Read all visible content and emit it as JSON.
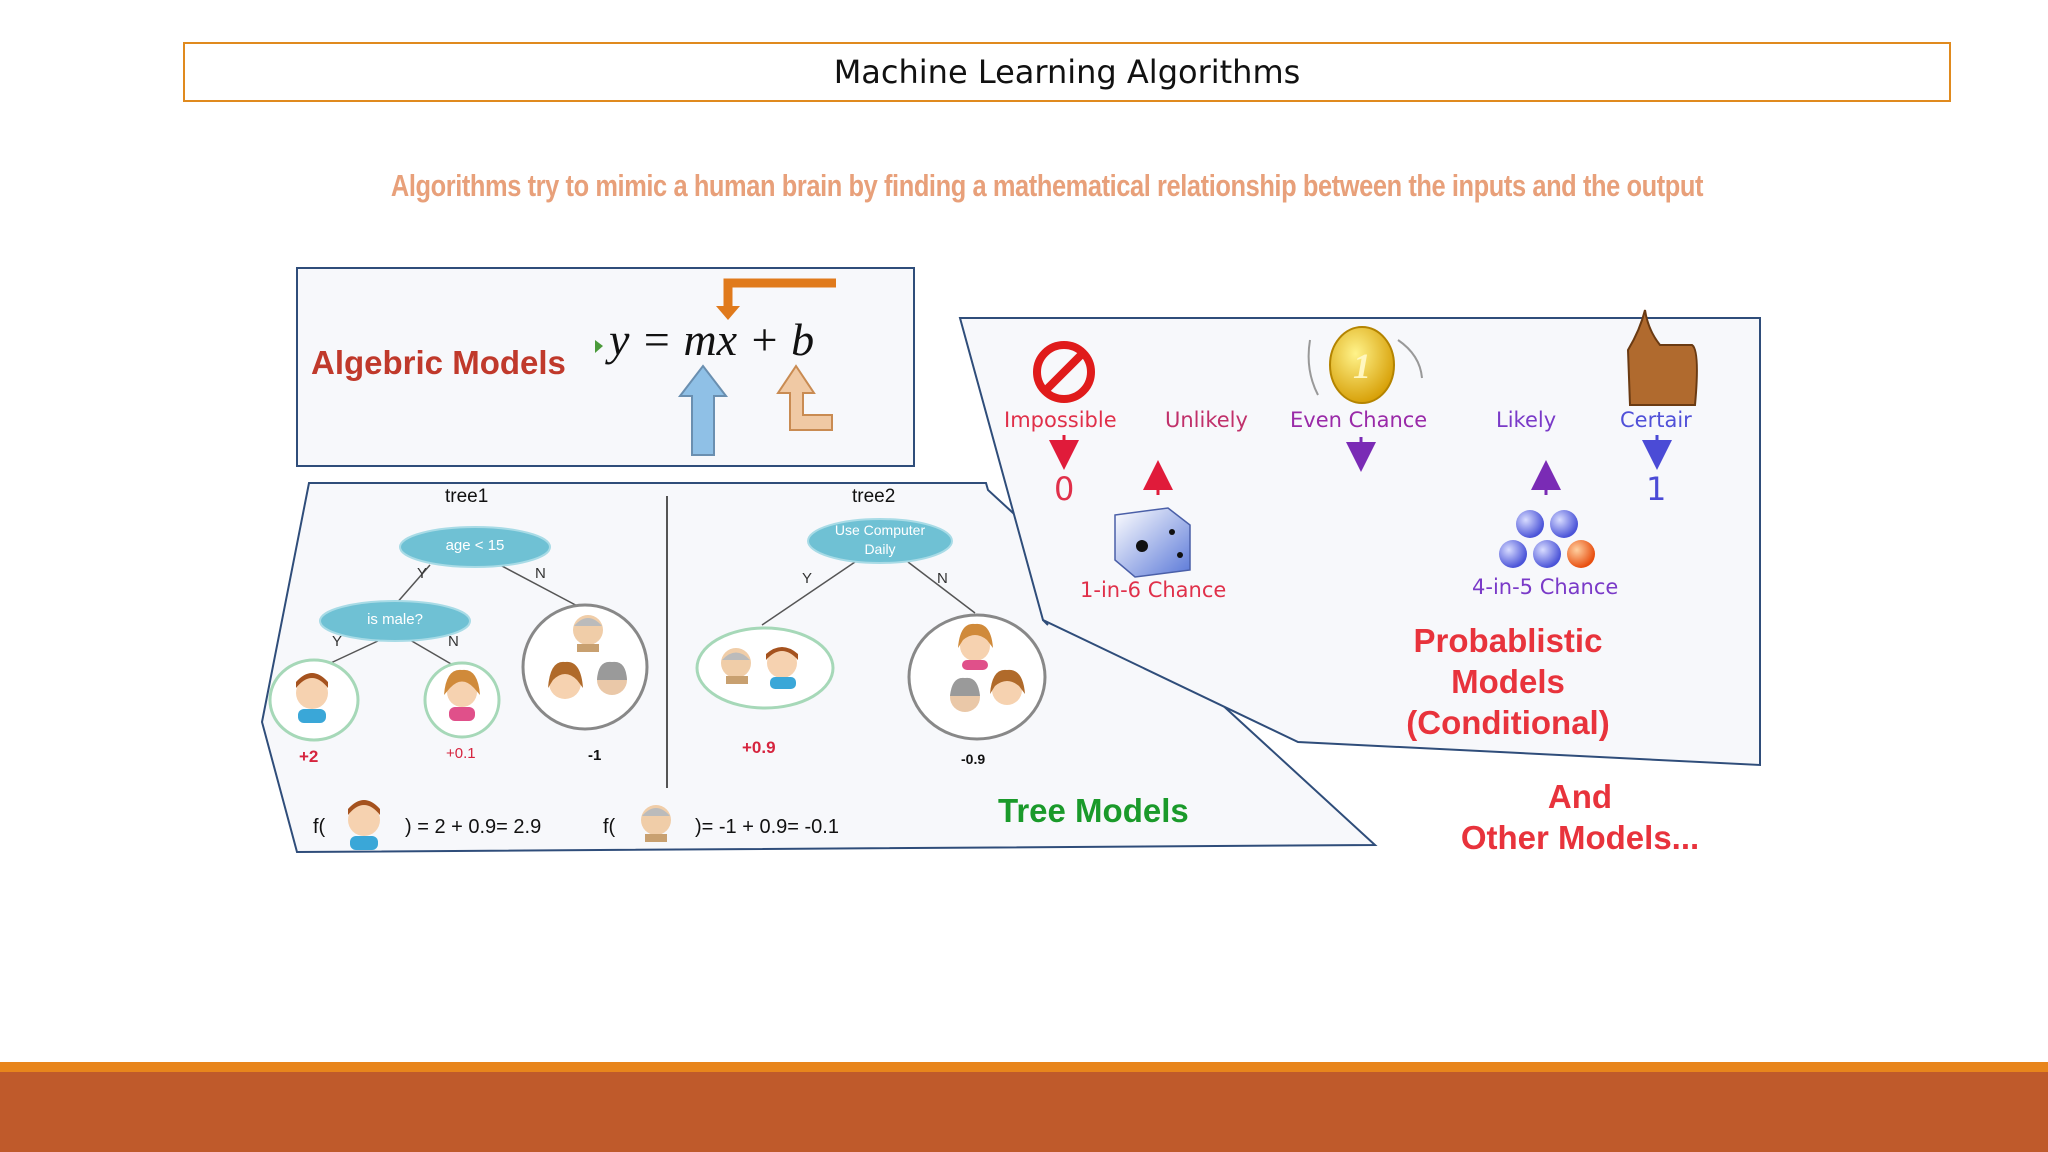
{
  "slide": {
    "title": "Machine Learning Algorithms",
    "subtitle": "Algorithms try to mimic a human brain by finding a mathematical relationship between the inputs and the output"
  },
  "algebraic": {
    "label": "Algebric Models",
    "equation": "y = mx + b"
  },
  "trees": {
    "tree1_title": "tree1",
    "tree1_root": "age < 15",
    "tree1_child": "is male?",
    "tree2_title": "tree2",
    "tree2_root_line1": "Use Computer",
    "tree2_root_line2": "Daily",
    "yes": "Y",
    "no": "N",
    "tree1_leaf1": "+2",
    "tree1_leaf2": "+0.1",
    "tree1_leaf3": "-1",
    "tree2_leaf1": "+0.9",
    "tree2_leaf2": "-0.9",
    "formula1_prefix": "f(",
    "formula1_suffix": ") = 2 + 0.9= 2.9",
    "formula2_prefix": "f(",
    "formula2_suffix": ")= -1 + 0.9= -0.1",
    "label": "Tree Models"
  },
  "probability": {
    "scale": [
      "Impossible",
      "Unlikely",
      "Even Chance",
      "Likely",
      "Certair"
    ],
    "zero": "0",
    "one": "1",
    "die_label": "1-in-6 Chance",
    "balls_label": "4-in-5 Chance",
    "label_line1": "Probablistic",
    "label_line2": "Models",
    "label_line3": "(Conditional)",
    "coin_digit": "1"
  },
  "other": {
    "line1": "And",
    "line2": "Other Models..."
  },
  "colors": {
    "accent_orange": "#e08a1e",
    "footer_brown": "#bf5a2b",
    "algebraic_red": "#c0392b",
    "tree_green": "#1a9a2a",
    "prob_red": "#e8333c",
    "panel_border": "#2f4d7a"
  }
}
